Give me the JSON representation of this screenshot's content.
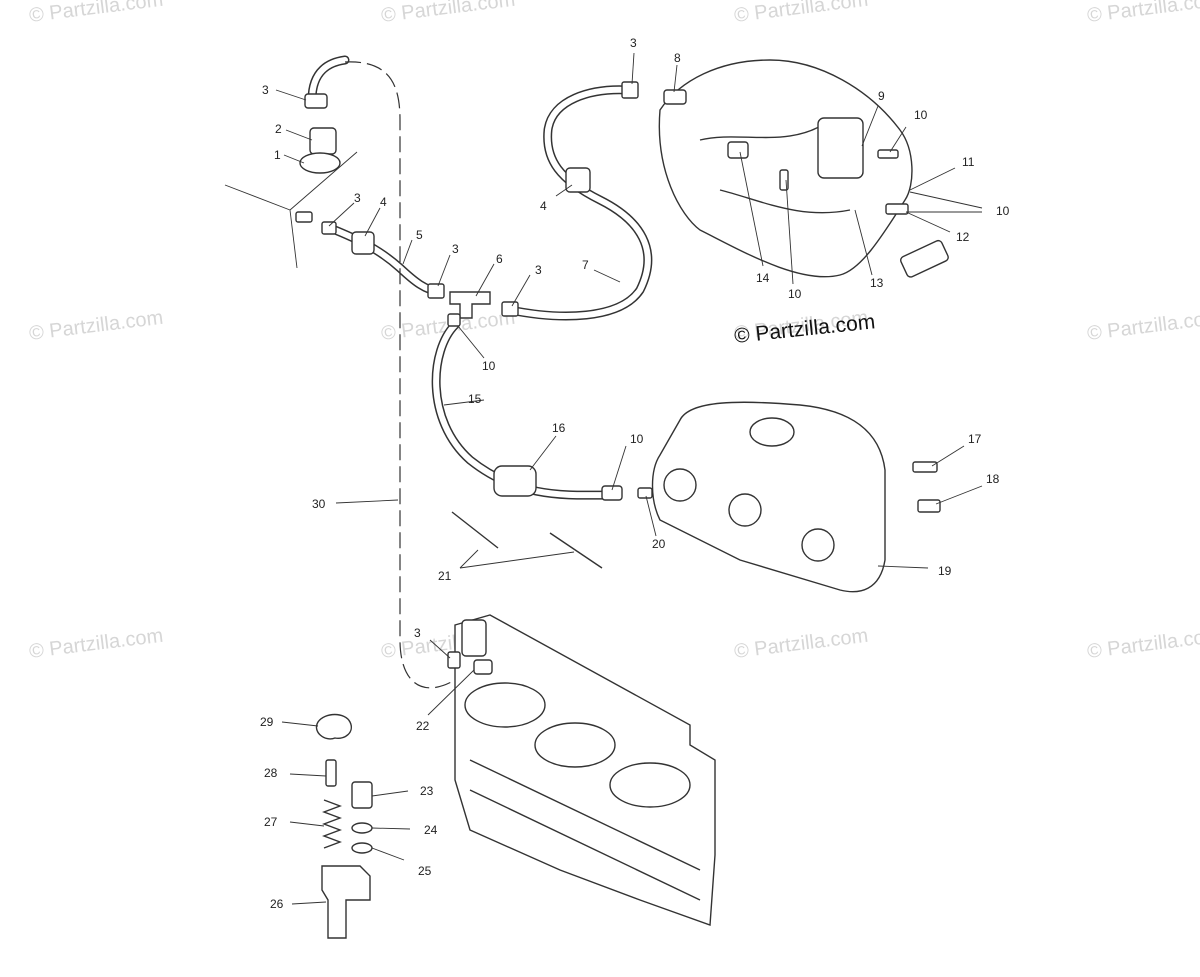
{
  "watermarks": [
    "© Partzilla.com",
    "© Partzilla.com",
    "© Partzilla.com",
    "© Partzilla.com",
    "© Partzilla.com",
    "© Partzilla.com",
    "© Partzilla.com",
    "© Partzilla.com",
    "© Partzilla.com",
    "© Partzilla.com",
    "© Partzilla.com",
    "© Partzilla.com"
  ],
  "credit": "© Partzilla.com",
  "callouts": [
    "3",
    "2",
    "1",
    "3",
    "4",
    "5",
    "3",
    "6",
    "3",
    "7",
    "3",
    "8",
    "4",
    "9",
    "10",
    "11",
    "10",
    "12",
    "14",
    "10",
    "13",
    "10",
    "15",
    "16",
    "10",
    "17",
    "18",
    "30",
    "20",
    "21",
    "19",
    "3",
    "22",
    "29",
    "28",
    "23",
    "27",
    "24",
    "25",
    "26"
  ]
}
